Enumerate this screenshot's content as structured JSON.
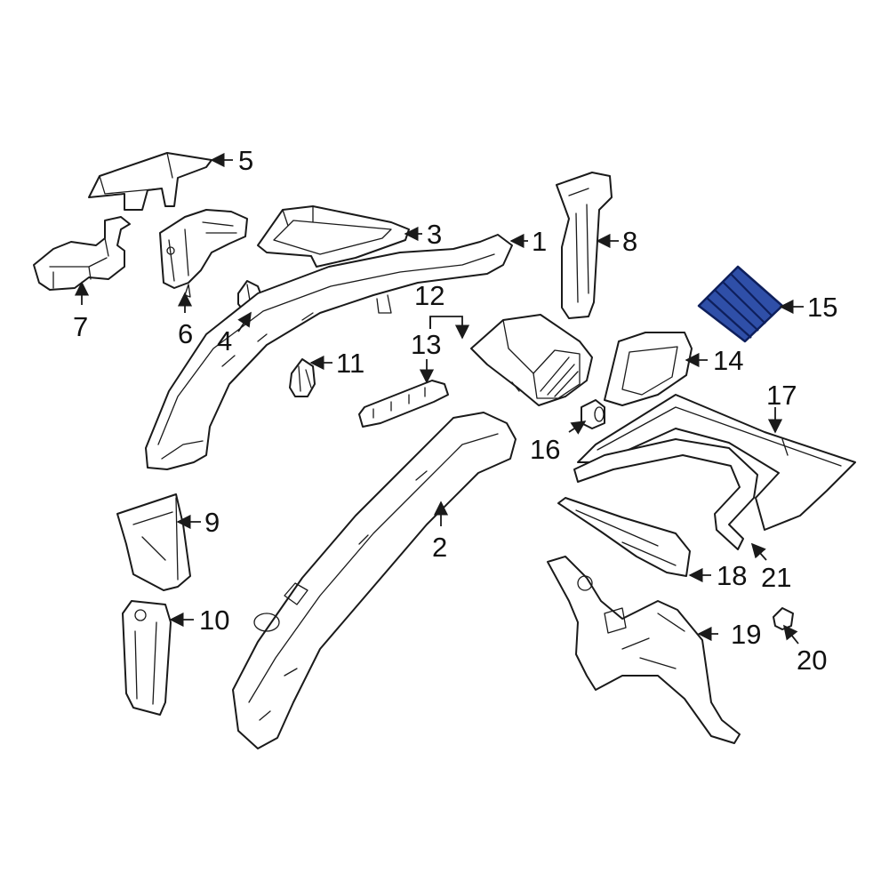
{
  "colors": {
    "line": "#1a1a1a",
    "background": "#ffffff",
    "highlight_fill": "#2f4fa8",
    "highlight_stripe": "#0e1f5c"
  },
  "highlighted_part": "15",
  "callouts": {
    "c1": "1",
    "c2": "2",
    "c3": "3",
    "c4": "4",
    "c5": "5",
    "c6": "6",
    "c7": "7",
    "c8": "8",
    "c9": "9",
    "c10": "10",
    "c11": "11",
    "c12": "12",
    "c13": "13",
    "c14": "14",
    "c15": "15",
    "c16": "16",
    "c17": "17",
    "c18": "18",
    "c19": "19",
    "c20": "20",
    "c21": "21"
  }
}
